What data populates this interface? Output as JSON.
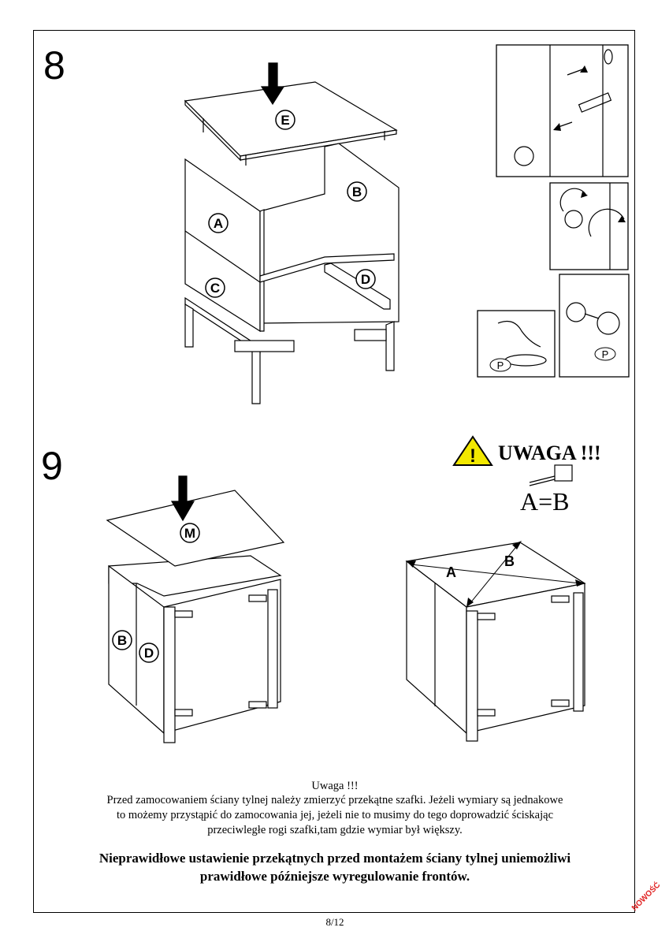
{
  "steps": [
    "8",
    "9"
  ],
  "parts": {
    "E": "E",
    "A": "A",
    "B": "B",
    "C": "C",
    "D": "D",
    "M": "M",
    "P": "P"
  },
  "warning_heading": "UWAGA !!!",
  "diagonal_labels": {
    "a": "A",
    "b": "B"
  },
  "equation": "A=B",
  "note_title": "Uwaga !!!",
  "note_lines": [
    "Przed zamocowaniem ściany tylnej należy zmierzyć przekątne szafki. Jeżeli wymiary są jednakowe",
    "to możemy przystąpić do zamocowania jej,  jeżeli nie to musimy do tego doprowadzić ściskając",
    "przeciwległe rogi szafki,tam gdzie wymiar był większy."
  ],
  "warning_lines": [
    "Nieprawidłowe ustawienie przekątnych  przed montażem ściany tylnej uniemożliwi",
    "prawidłowe późniejsze wyregulowanie frontów."
  ],
  "page_number": "8/12",
  "stamp": "NOWOŚĆ",
  "colors": {
    "line": "#000000",
    "warning_yellow": "#f2e800",
    "stamp_red": "#e02020"
  }
}
